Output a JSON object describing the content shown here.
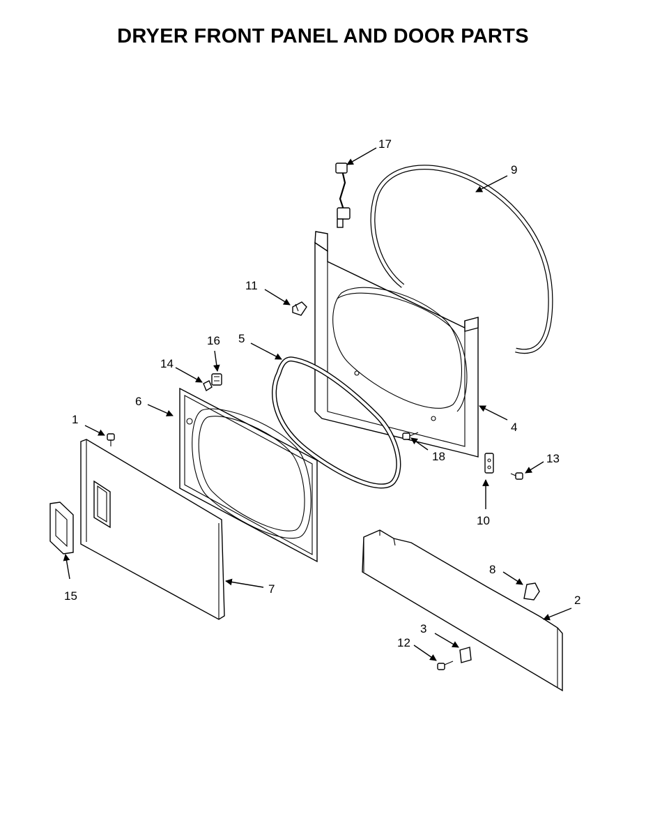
{
  "title": "DRYER FRONT PANEL AND DOOR PARTS",
  "callouts": [
    "1",
    "2",
    "3",
    "4",
    "5",
    "6",
    "7",
    "8",
    "9",
    "10",
    "11",
    "12",
    "13",
    "14",
    "15",
    "16",
    "17",
    "18"
  ]
}
